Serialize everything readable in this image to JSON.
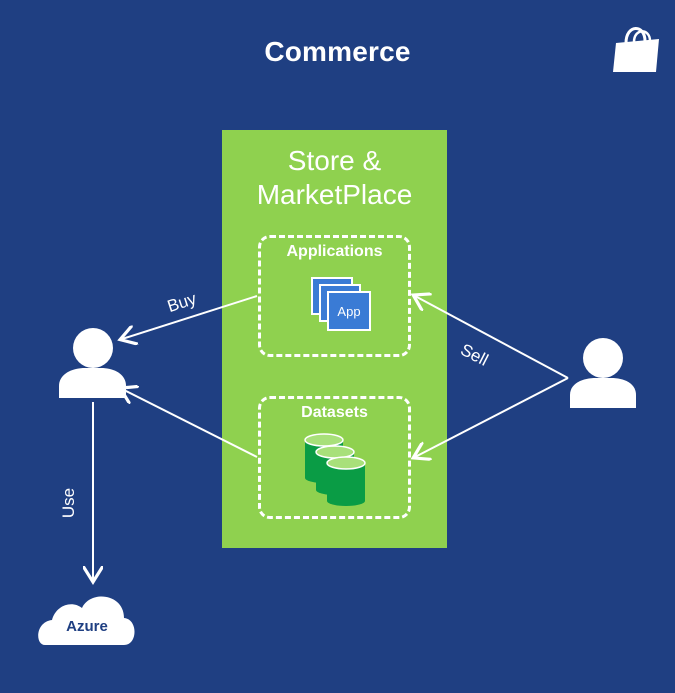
{
  "title": "Commerce",
  "store": {
    "title_line1": "Store &",
    "title_line2": "MarketPlace"
  },
  "boxes": {
    "applications_label": "Applications",
    "app_icon_label": "App",
    "datasets_label": "Datasets"
  },
  "edges": {
    "buy": "Buy",
    "sell": "Sell",
    "use": "Use"
  },
  "azure": {
    "label": "Azure"
  },
  "icons": {
    "shopping_bag": "shopping-bag-icon",
    "buyer": "buyer-user-icon",
    "seller": "seller-user-icon",
    "app_stack": "app-stack-icon",
    "database_stack": "database-stack-icon",
    "azure_cloud": "azure-cloud-icon"
  },
  "colors": {
    "background": "#1f3f82",
    "store_green": "#8fd14f",
    "db_green": "#0a9c45",
    "app_blue": "#3a7bd5"
  }
}
